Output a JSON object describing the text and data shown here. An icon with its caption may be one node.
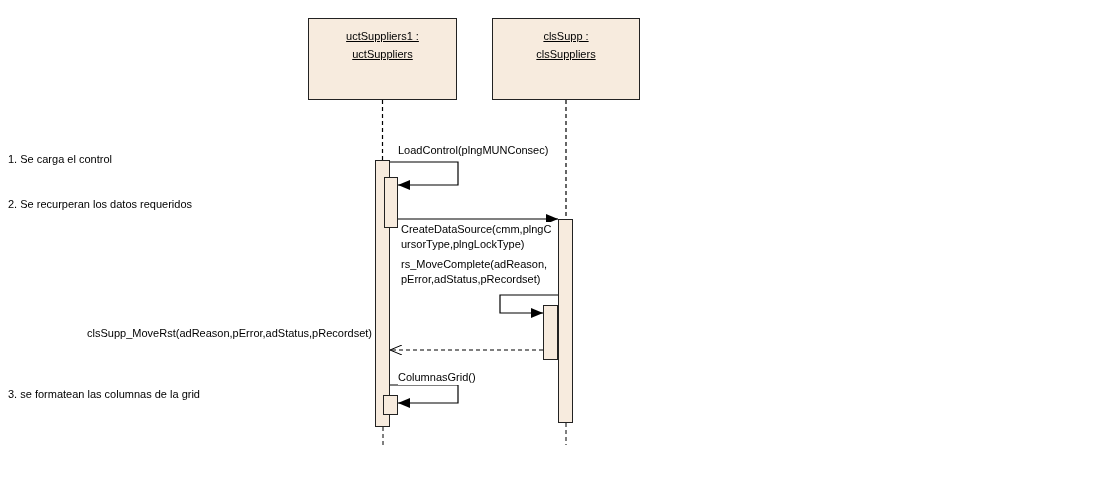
{
  "diagram": {
    "nodes": [
      {
        "text": [
          "uctSuppliers1 : uctSuppliers"
        ]
      },
      {
        "text": [
          "clsSupp : clsSuppliers"
        ]
      },
      {
        "text": [],
        "shape": "bar"
      },
      {
        "text": [],
        "shape": "bar"
      },
      {
        "text": [],
        "shape": "bar"
      },
      {
        "text": [],
        "shape": "bar"
      },
      {
        "text": [],
        "shape": "bar"
      }
    ],
    "edges": [
      {
        "from": 0,
        "to": 2,
        "arrow": "none",
        "style": "dashed"
      },
      {
        "from": 1,
        "to": 4,
        "arrow": "none",
        "style": "dashed"
      },
      {
        "from": 2,
        "to": 3,
        "arrow": "to",
        "label": "LoadControl(plngMUNConsec)"
      },
      {
        "from": 3,
        "to": 4,
        "arrow": "to",
        "label": "CreateDataSource(cmm,plngCursorType,plngLockType)"
      },
      {
        "from": 4,
        "to": 5,
        "arrow": "to",
        "label": "rs_MoveComplete(adReason,pError,adStatus,pRecordset)"
      },
      {
        "from": 5,
        "to": 2,
        "arrow": "to",
        "style": "dashed",
        "label": "clsSupp_MoveRst(adReason,pError,adStatus,pRecordset)"
      },
      {
        "from": 2,
        "to": 6,
        "arrow": "to",
        "label": "ColumnasGrid()"
      }
    ],
    "labels": [
      "1. Se carga el control",
      "2. Se recurperan los datos requeridos",
      "3. se formatean las columnas de la grid"
    ]
  }
}
